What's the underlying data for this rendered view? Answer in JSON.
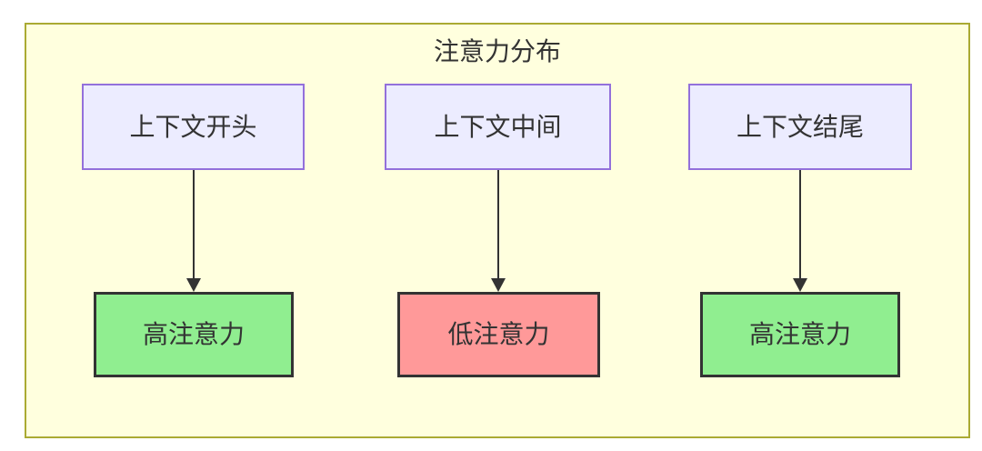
{
  "diagram": {
    "title": "注意力分布",
    "columns": [
      {
        "source": "上下文开头",
        "target": "高注意力",
        "level": "high"
      },
      {
        "source": "上下文中间",
        "target": "低注意力",
        "level": "low"
      },
      {
        "source": "上下文结尾",
        "target": "高注意力",
        "level": "high"
      }
    ],
    "colors": {
      "container_fill": "#ffffde",
      "container_border": "#aaaa33",
      "source_fill": "#ececff",
      "source_border": "#9370db",
      "high_fill": "#90ee90",
      "low_fill": "#ff9999",
      "target_border": "#333333",
      "arrow": "#333333",
      "text": "#333333"
    }
  }
}
